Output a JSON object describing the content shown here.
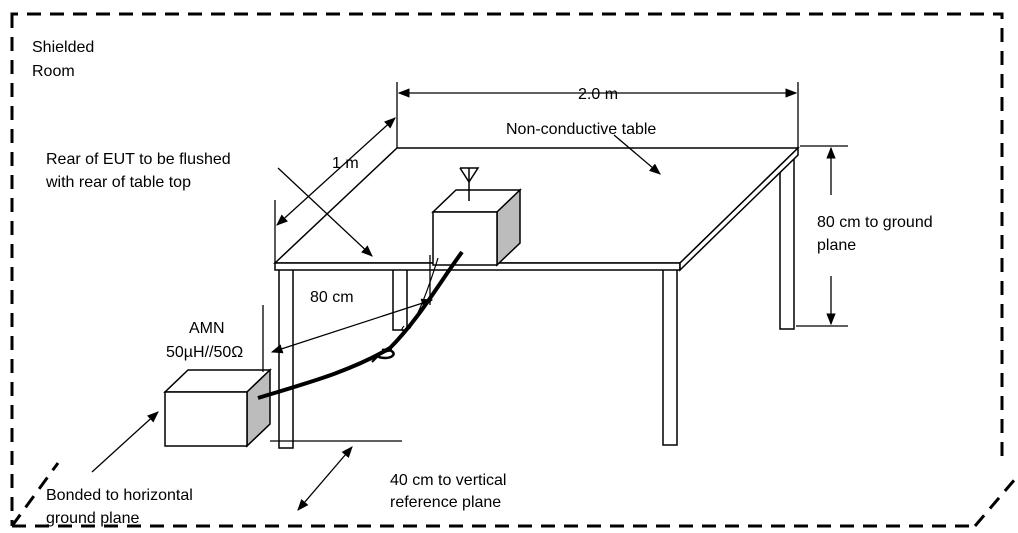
{
  "diagram": {
    "room_label_line1": "Shielded",
    "room_label_line2": "Room",
    "table_width_label": "2.0 m",
    "table_label": "Non-conductive table",
    "table_depth_label": "1 m",
    "rear_note_line1": "Rear of EUT to be flushed",
    "rear_note_line2": "with rear of table top",
    "height_label_line1": "80 cm to ground",
    "height_label_line2": "plane",
    "cable_label": "80 cm",
    "amn_label_line1": "AMN",
    "amn_label_line2": "50µH//50Ω",
    "vertical_ref_line1": "40 cm to vertical",
    "vertical_ref_line2": "reference plane",
    "bonded_line1": "Bonded to horizontal",
    "bonded_line2": "ground plane"
  }
}
